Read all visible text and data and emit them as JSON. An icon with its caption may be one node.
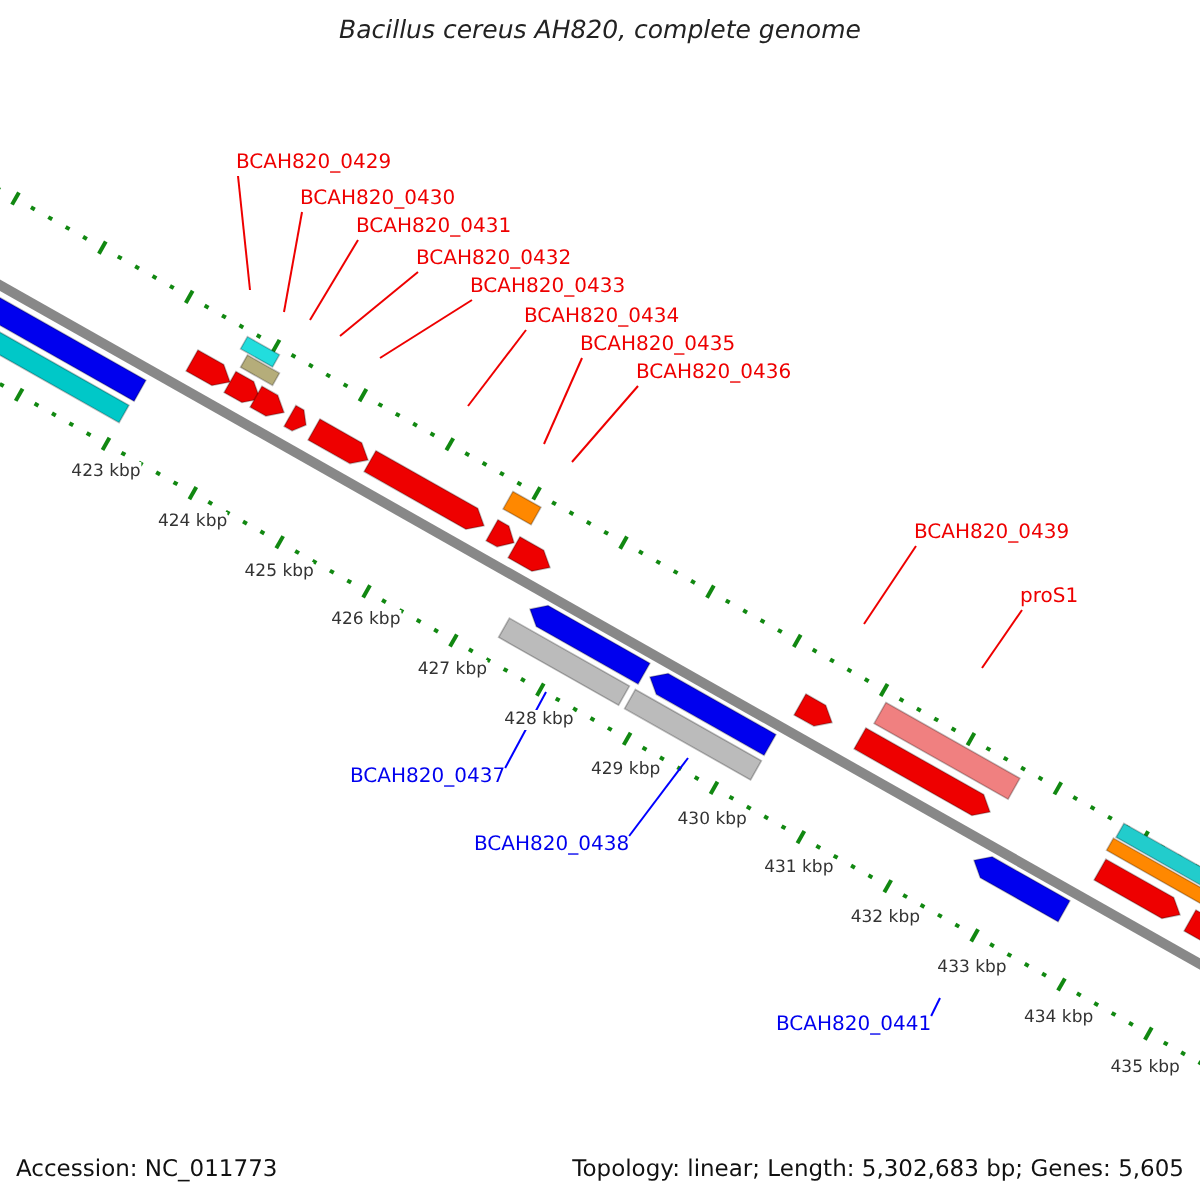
{
  "diagram": {
    "title": "Bacillus cereus AH820, complete genome",
    "nodes": [
      {
        "text": [
          "BCAH820_0429"
        ]
      },
      {
        "text": [
          "BCAH820_0430"
        ]
      },
      {
        "text": [
          "BCAH820_0431"
        ]
      },
      {
        "text": [
          "BCAH820_0432"
        ]
      },
      {
        "text": [
          "BCAH820_0433"
        ]
      },
      {
        "text": [
          "BCAH820_0434"
        ]
      },
      {
        "text": [
          "BCAH820_0435"
        ]
      },
      {
        "text": [
          "BCAH820_0436"
        ]
      },
      {
        "text": [
          "BCAH820_0439"
        ]
      },
      {
        "text": [
          "proS1"
        ]
      },
      {
        "text": [
          "BCAH820_0437"
        ]
      },
      {
        "text": [
          "BCAH820_0438"
        ]
      },
      {
        "text": [
          "BCAH820_0441"
        ]
      }
    ],
    "edges": [
      {
        "from": 0,
        "to": null,
        "arrow": "none"
      },
      {
        "from": 1,
        "to": null,
        "arrow": "none"
      },
      {
        "from": 2,
        "to": null,
        "arrow": "none"
      },
      {
        "from": 3,
        "to": null,
        "arrow": "none"
      },
      {
        "from": 4,
        "to": null,
        "arrow": "none"
      },
      {
        "from": 5,
        "to": null,
        "arrow": "none"
      },
      {
        "from": 6,
        "to": null,
        "arrow": "none"
      },
      {
        "from": 7,
        "to": null,
        "arrow": "none"
      },
      {
        "from": 8,
        "to": null,
        "arrow": "none"
      },
      {
        "from": 9,
        "to": null,
        "arrow": "none"
      },
      {
        "from": 10,
        "to": null,
        "arrow": "none",
        "color": "#0000ff"
      },
      {
        "from": 11,
        "to": null,
        "arrow": "none",
        "color": "#0000ff"
      },
      {
        "from": 12,
        "to": null,
        "arrow": "none",
        "color": "#0000ff"
      }
    ],
    "labels": [
      "423 kbp",
      "424 kbp",
      "425 kbp",
      "426 kbp",
      "427 kbp",
      "428 kbp",
      "429 kbp",
      "430 kbp",
      "431 kbp",
      "432 kbp",
      "433 kbp",
      "434 kbp",
      "435 kbp",
      "Accession: NC_011773",
      "Topology: linear; Length: 5,302,683 bp; Genes: 5,605"
    ]
  }
}
